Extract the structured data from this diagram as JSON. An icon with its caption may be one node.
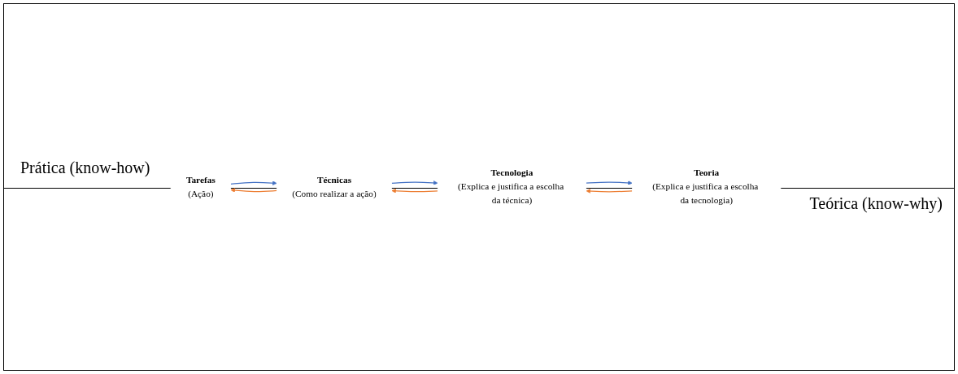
{
  "diagram": {
    "nodes": [
      {
        "text": [
          "Tarefas",
          "(Ação)"
        ]
      },
      {
        "text": [
          "Técnicas",
          "(Como realizar a ação)"
        ]
      },
      {
        "text": [
          "Tecnologia",
          "(Explica e justifica a escolha da técnica)"
        ]
      },
      {
        "text": [
          "Teoria",
          "(Explica e justifica a escolha da tecnologia)"
        ]
      }
    ],
    "edges": [
      {
        "from": 0,
        "to": 1,
        "arrow": "to",
        "color": "#4472c4"
      },
      {
        "from": 1,
        "to": 0,
        "arrow": "to",
        "color": "#ed7d31"
      },
      {
        "from": 1,
        "to": 2,
        "arrow": "to",
        "color": "#4472c4"
      },
      {
        "from": 2,
        "to": 1,
        "arrow": "to",
        "color": "#ed7d31"
      },
      {
        "from": 2,
        "to": 3,
        "arrow": "to",
        "color": "#4472c4"
      },
      {
        "from": 3,
        "to": 2,
        "arrow": "to",
        "color": "#ed7d31"
      }
    ],
    "labels": [
      "Prática (know-how)",
      "Teórica (know-why)"
    ]
  }
}
